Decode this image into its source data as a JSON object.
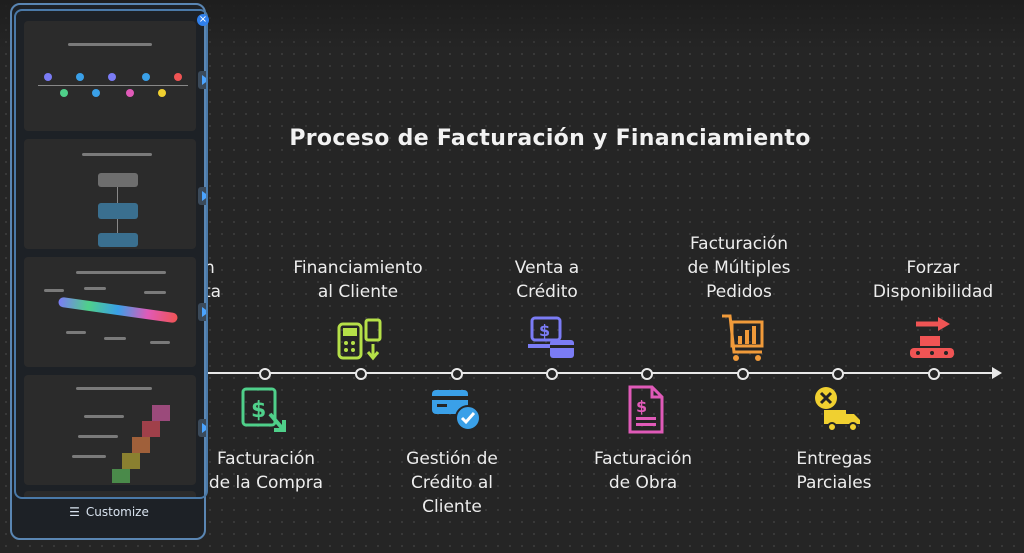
{
  "diagram": {
    "title": "Proceso de Facturación y Financiamiento",
    "partial_left_top": [
      "n",
      "ta"
    ],
    "upper_labels": [
      {
        "lines": [
          "Financiamiento",
          "al Cliente"
        ],
        "icon": "card-pos-terminal-icon",
        "color": "#b5e048"
      },
      {
        "lines": [
          "Venta a",
          "Crédito"
        ],
        "icon": "laptop-dollar-card-icon",
        "color": "#7b7cf5"
      },
      {
        "lines": [
          "Facturación",
          "de Múltiples",
          "Pedidos"
        ],
        "icon": "cart-chart-icon",
        "color": "#f09a3a"
      },
      {
        "lines": [
          "Forzar",
          "Disponibilidad"
        ],
        "icon": "conveyor-arrow-icon",
        "color": "#f05454"
      }
    ],
    "lower_labels": [
      {
        "lines": [
          "Facturación",
          "de la Compra"
        ],
        "icon": "invoice-dollar-icon",
        "color": "#4fd08a"
      },
      {
        "lines": [
          "Gestión de",
          "Crédito al",
          "Cliente"
        ],
        "icon": "credit-card-check-icon",
        "color": "#3aa0e8"
      },
      {
        "lines": [
          "Facturación",
          "de Obra"
        ],
        "icon": "document-dollar-icon",
        "color": "#e05ab8"
      },
      {
        "lines": [
          "Entregas",
          "Parciales"
        ],
        "icon": "truck-cancel-icon",
        "color": "#f0d030"
      }
    ]
  },
  "panel": {
    "customize_label": "Customize",
    "close_icon": "close-icon",
    "accent": "#4a79a8"
  }
}
